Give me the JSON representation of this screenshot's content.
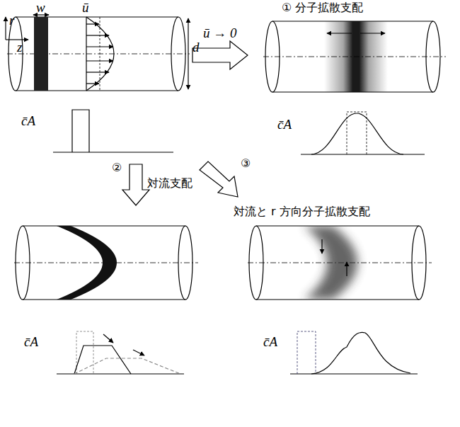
{
  "diagram": {
    "labels": [
      "① 分子拡散支配",
      "ū → 0",
      "w",
      "ū",
      "d",
      "r",
      "z",
      "c̄A",
      "c̄A",
      "②",
      "対流支配",
      "③",
      "対流と r 方向分子拡散支配",
      "c̄A",
      "c̄A"
    ]
  }
}
